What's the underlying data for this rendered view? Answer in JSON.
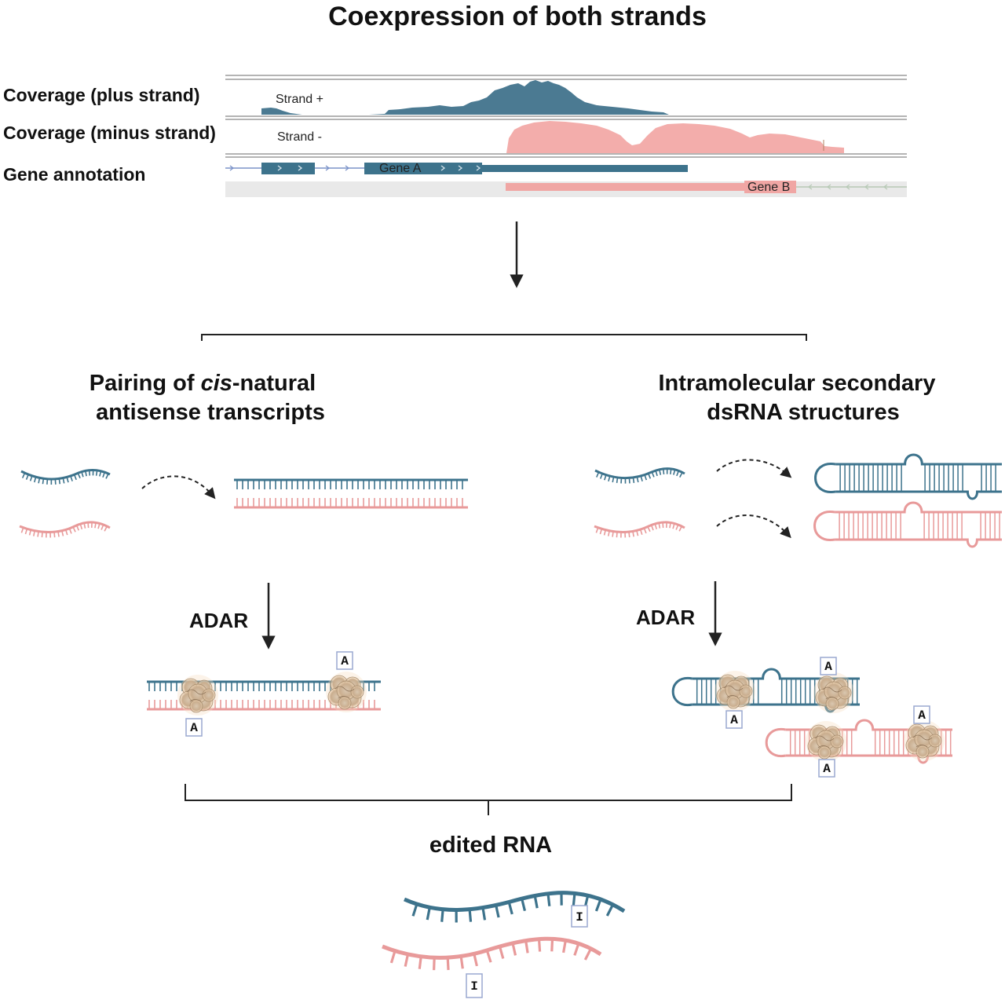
{
  "title": "Coexpression of both strands",
  "tracks": {
    "plus_label": "Coverage (plus strand)",
    "minus_label": "Coverage (minus strand)",
    "gene_label": "Gene annotation",
    "plus_tag": "Strand +",
    "minus_tag": "Strand -",
    "gene_a": "Gene A",
    "gene_b": "Gene B"
  },
  "left": {
    "heading_line1_a": "Pairing of ",
    "heading_line1_italic": "cis",
    "heading_line1_b": "-natural",
    "heading_line2": "antisense transcripts",
    "enzyme": "ADAR"
  },
  "right": {
    "heading_line1": "Intramolecular secondary",
    "heading_line2": "dsRNA structures",
    "enzyme": "ADAR"
  },
  "bases": {
    "adenosine": "A",
    "inosine": "I"
  },
  "result": "edited RNA",
  "colors": {
    "plus_strand": "#3d738c",
    "minus_strand": "#e89a9a",
    "coverage_plus": "#4b7a92",
    "coverage_minus": "#f3adab",
    "enzyme": "#e6cdb0",
    "base_box": "#9aa9d0"
  }
}
